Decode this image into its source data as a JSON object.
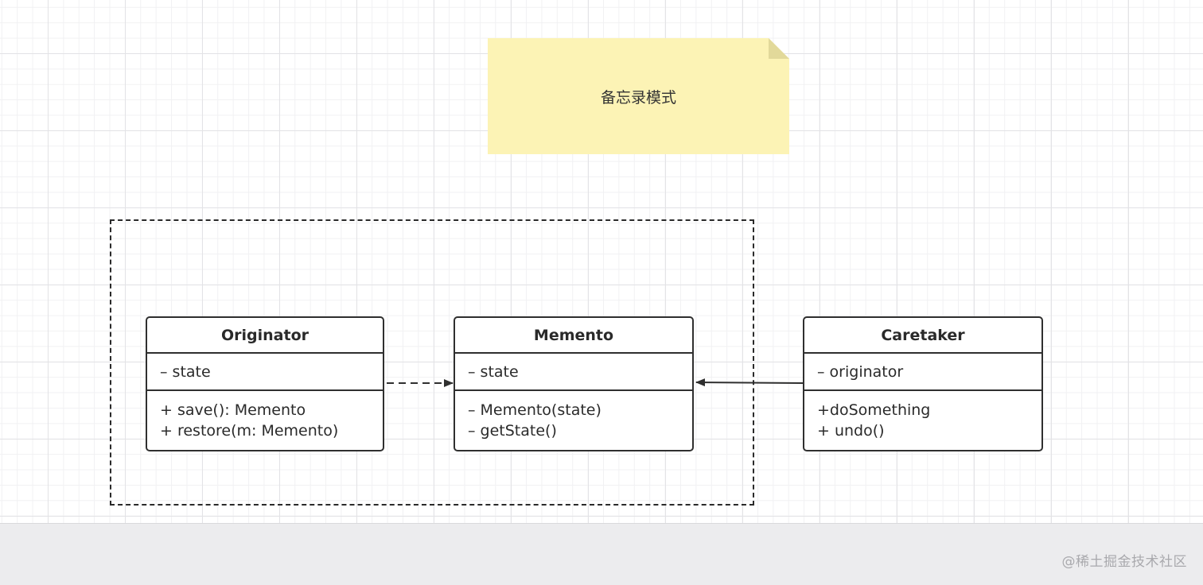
{
  "note": {
    "text": "备忘录模式",
    "color": "#fcf3b5"
  },
  "classes": {
    "originator": {
      "name": "Originator",
      "attributes": [
        "– state"
      ],
      "operations": [
        "+ save(): Memento",
        "+ restore(m: Memento)"
      ]
    },
    "memento": {
      "name": "Memento",
      "attributes": [
        "– state"
      ],
      "operations": [
        "– Memento(state)",
        "– getState()"
      ]
    },
    "caretaker": {
      "name": "Caretaker",
      "attributes": [
        "– originator"
      ],
      "operations": [
        "+doSomething",
        "+ undo()"
      ]
    }
  },
  "relations": [
    {
      "from": "Originator",
      "to": "Memento",
      "style": "dashed",
      "arrow": "filled"
    },
    {
      "from": "Caretaker",
      "to": "Memento",
      "style": "solid",
      "arrow": "filled"
    }
  ],
  "watermark": "@稀土掘金技术社区"
}
